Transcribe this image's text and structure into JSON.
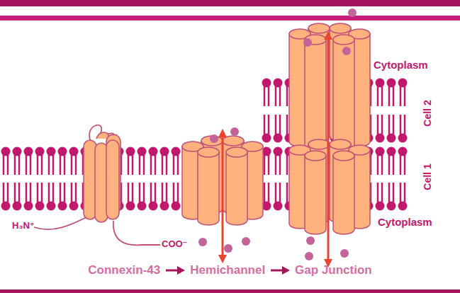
{
  "diagram": {
    "labels": [
      "Cytoplasm",
      "Cell 2",
      "Cell 1",
      "H₃N⁺",
      "Cytoplasm",
      "COO⁻",
      "Connexin-43",
      "Hemichannel",
      "Gap Junction"
    ]
  }
}
